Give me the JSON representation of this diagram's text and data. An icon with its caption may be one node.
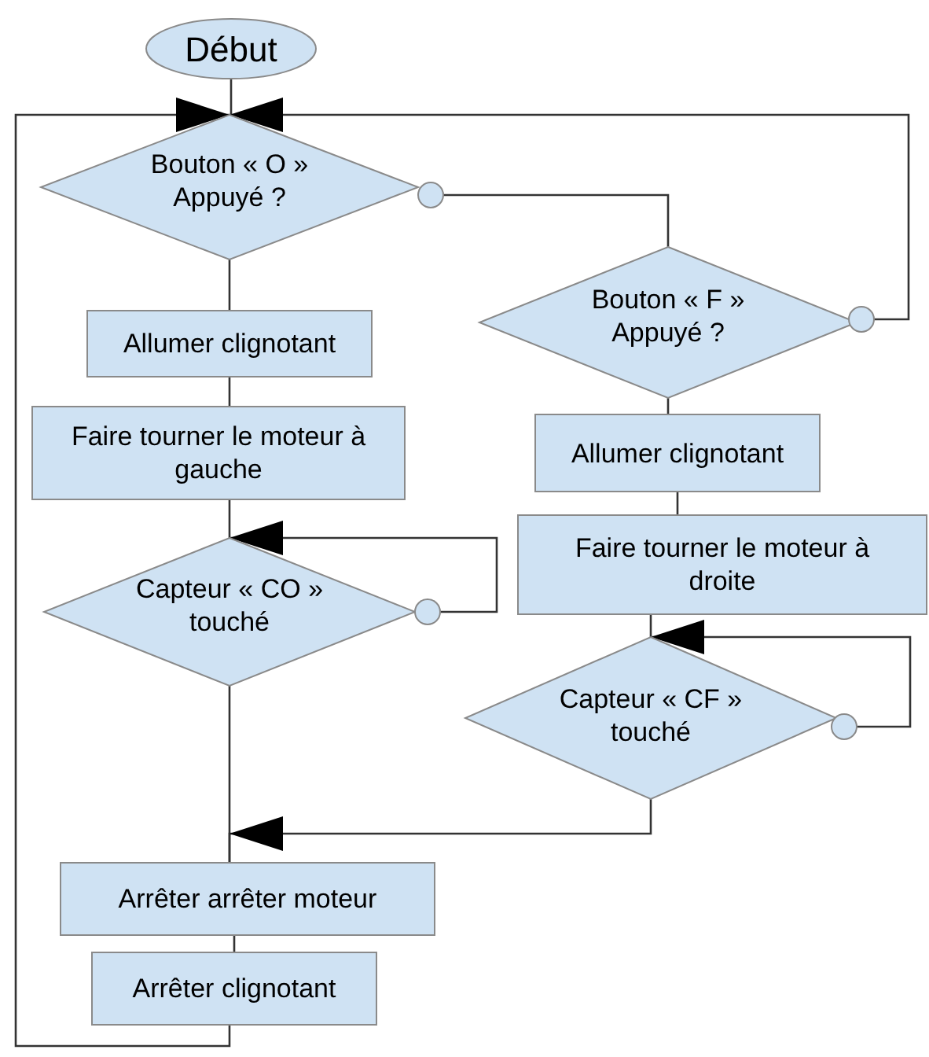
{
  "diagram": {
    "nodes": [
      {
        "text": [
          "Début"
        ]
      },
      {
        "text": [
          "Bouton « O » Appuyé ?"
        ]
      },
      {
        "text": [],
        "shape": "circle"
      },
      {
        "text": [
          "Allumer clignotant"
        ]
      },
      {
        "text": [
          "Faire tourner le moteur à gauche"
        ]
      },
      {
        "text": [
          "Capteur « CO » touché"
        ]
      },
      {
        "text": [],
        "shape": "circle"
      },
      {
        "text": [
          "Bouton « F » Appuyé ?"
        ]
      },
      {
        "text": [],
        "shape": "circle"
      },
      {
        "text": [
          "Allumer clignotant"
        ]
      },
      {
        "text": [
          "Faire tourner le moteur à droite"
        ]
      },
      {
        "text": [
          "Capteur « CF » touché"
        ]
      },
      {
        "text": [],
        "shape": "circle"
      },
      {
        "text": [
          "Arrêter arrêter moteur"
        ]
      },
      {
        "text": [
          "Arrêter clignotant"
        ]
      }
    ],
    "edges": [
      {
        "from": 0,
        "to": 1,
        "arrow": "none"
      },
      {
        "from": 2,
        "to": 7,
        "arrow": "none"
      },
      {
        "from": 8,
        "to": 1,
        "arrow": "to"
      },
      {
        "from": 1,
        "to": 3,
        "arrow": "none"
      },
      {
        "from": 3,
        "to": 4,
        "arrow": "none"
      },
      {
        "from": 4,
        "to": 5,
        "arrow": "none"
      },
      {
        "from": 6,
        "to": 5,
        "arrow": "to"
      },
      {
        "from": 7,
        "to": 9,
        "arrow": "none"
      },
      {
        "from": 9,
        "to": 10,
        "arrow": "none"
      },
      {
        "from": 10,
        "to": 11,
        "arrow": "none"
      },
      {
        "from": 12,
        "to": 11,
        "arrow": "to"
      },
      {
        "from": 5,
        "to": 13,
        "arrow": "none"
      },
      {
        "from": 11,
        "to": 13,
        "arrow": "to"
      },
      {
        "from": 13,
        "to": 14,
        "arrow": "none"
      },
      {
        "from": 14,
        "to": 1,
        "arrow": "to"
      }
    ]
  }
}
